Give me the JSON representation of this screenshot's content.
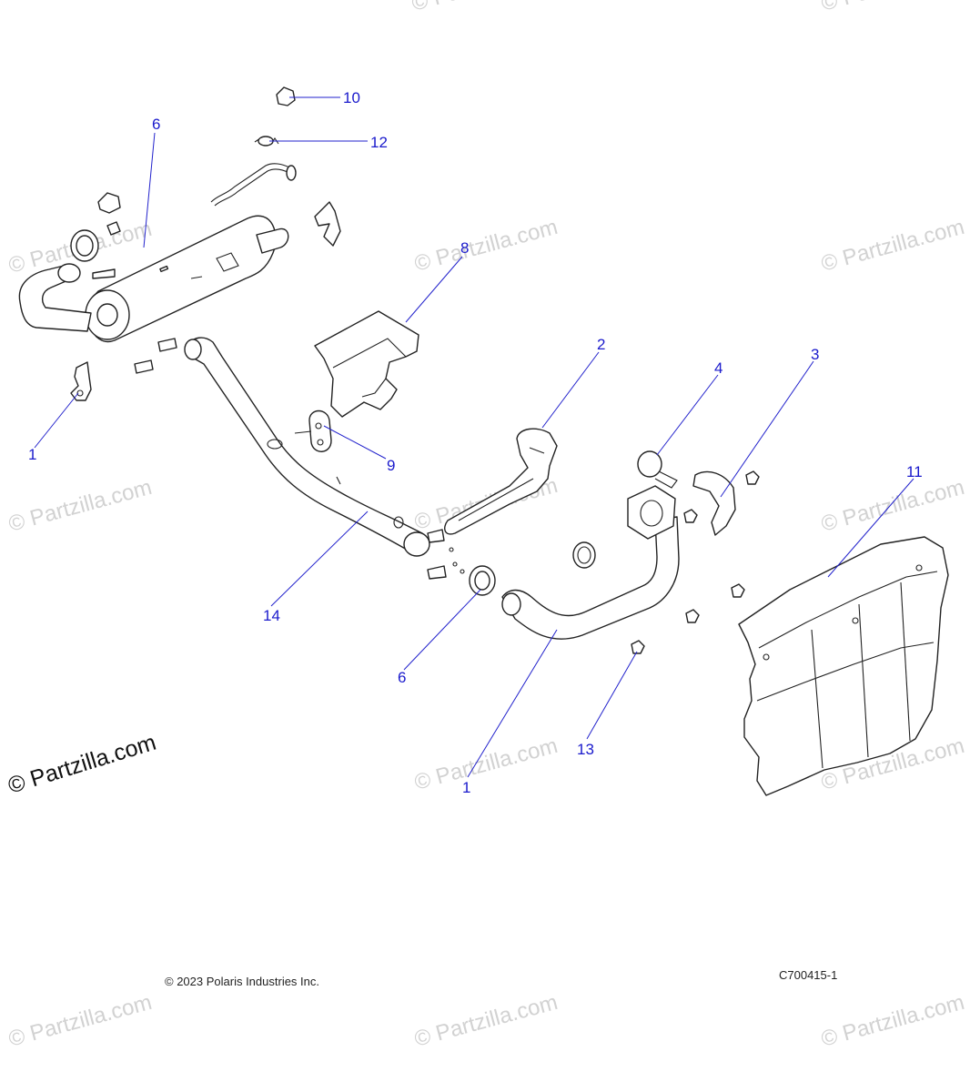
{
  "watermark": "© Partzilla.com",
  "brand_mark": "© Partzilla.com",
  "copyright": "© 2023 Polaris Industries Inc.",
  "diagram_code": "C700415-1",
  "callouts": {
    "c10": "10",
    "c12": "12",
    "c6_top": "6",
    "c8": "8",
    "c2": "2",
    "c4": "4",
    "c3": "3",
    "c1_left": "1",
    "c9": "9",
    "c11": "11",
    "c14": "14",
    "c6_bottom": "6",
    "c13": "13",
    "c1_bottom": "1"
  }
}
